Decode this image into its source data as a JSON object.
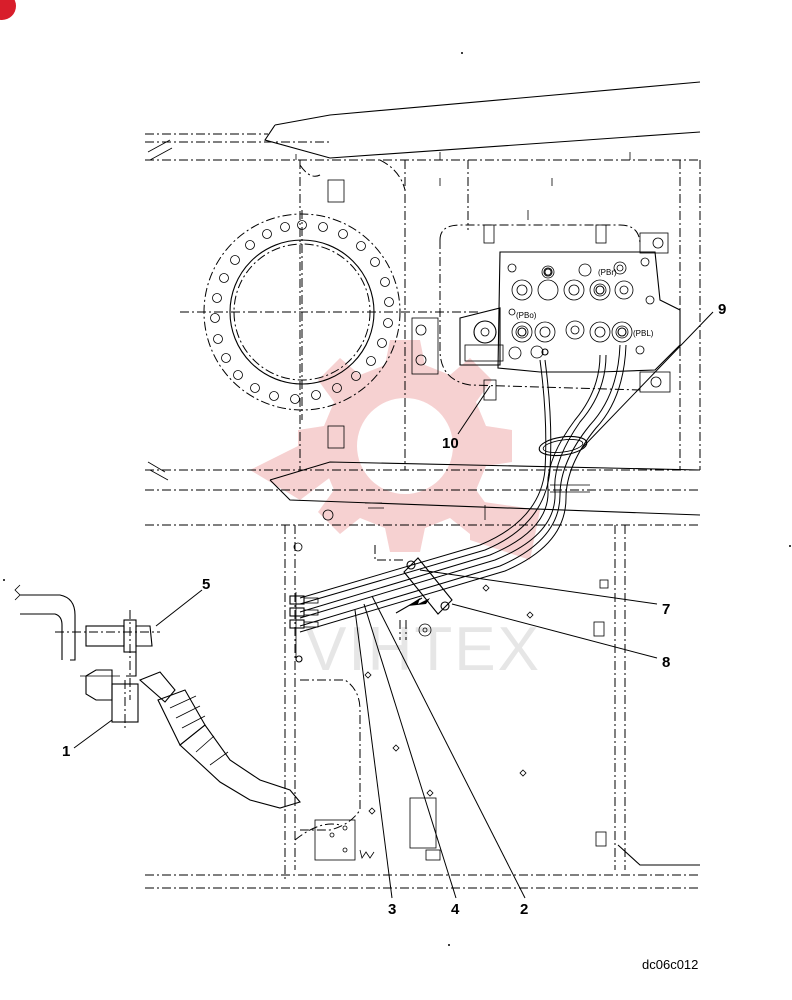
{
  "diagram": {
    "callouts": {
      "c1": "1",
      "c2": "2",
      "c3": "3",
      "c4": "4",
      "c5": "5",
      "c7": "7",
      "c8": "8",
      "c9": "9",
      "c10": "10"
    },
    "port_labels": {
      "pbr": "(PBr)",
      "pbo": "(PBo)",
      "pbl": "(PBL)"
    },
    "drawing_code": "dc06c012",
    "watermark_text": "VIHTEX"
  },
  "colors": {
    "watermark": "#f5c9c9",
    "corner_badge": "#d81e2b"
  }
}
